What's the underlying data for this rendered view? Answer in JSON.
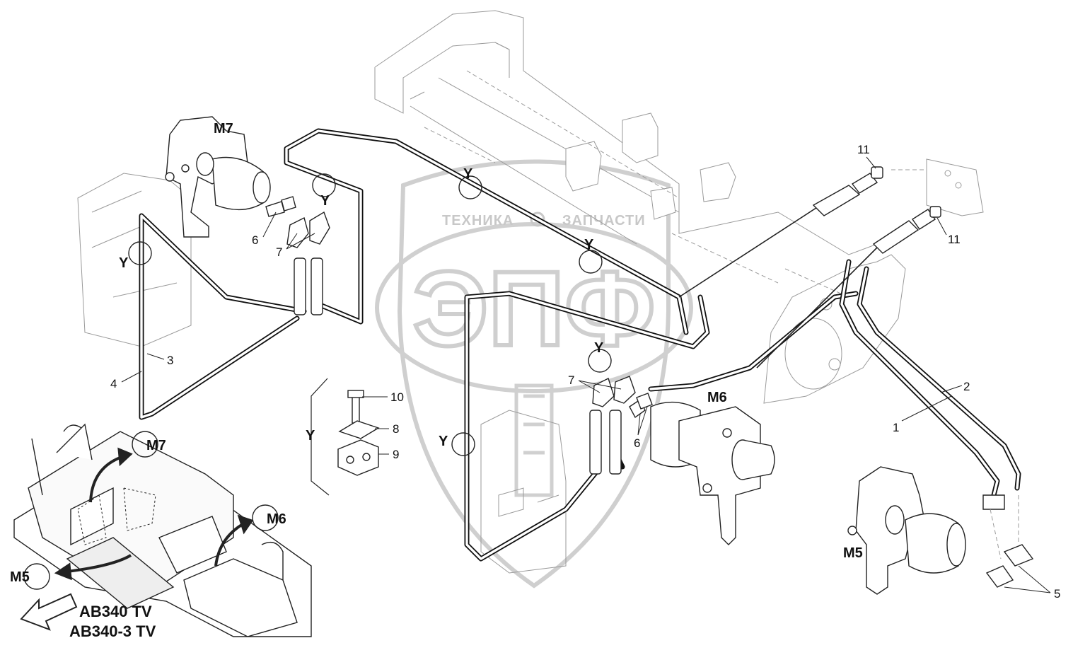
{
  "diagram": {
    "part_numbers": [
      "1",
      "2",
      "3",
      "4",
      "5",
      "6",
      "6",
      "7",
      "7",
      "8",
      "9",
      "10",
      "11",
      "11"
    ],
    "detail_markers": [
      "Y",
      "Y",
      "Y",
      "Y",
      "Y",
      "Y"
    ],
    "detail_view_label": "Y",
    "motors": {
      "m7": "M7",
      "m6": "M6",
      "m5": "M5"
    },
    "overview_markers": {
      "m7": "M7",
      "m6": "M6",
      "m5": "M5"
    },
    "models": [
      "AB340 TV",
      "AB340-3 TV"
    ],
    "watermark": {
      "left_text": "ТЕХНИКА",
      "right_text": "ЗАПЧАСТИ",
      "logo_text": "ЭПФ"
    }
  }
}
